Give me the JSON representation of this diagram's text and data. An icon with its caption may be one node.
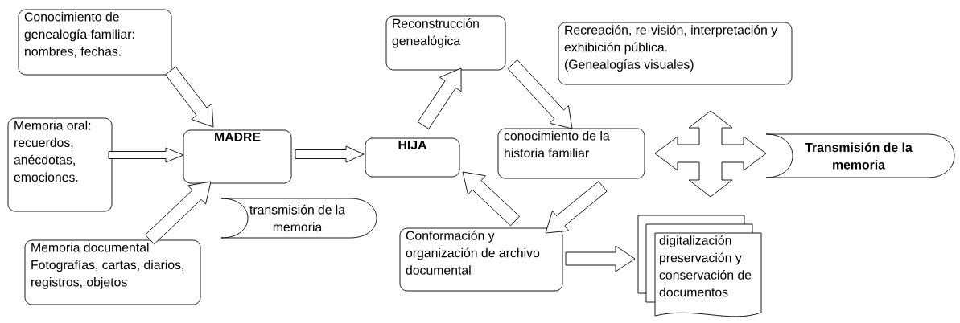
{
  "diagram": {
    "nodes": [
      {
        "text": [
          "Conocimiento de genealogía familiar: nombres, fechas."
        ]
      },
      {
        "text": [
          "Memoria oral: recuerdos, anécdotas, emociones."
        ]
      },
      {
        "text": [
          "MADRE"
        ]
      },
      {
        "text": [
          "Memoria documental",
          "Fotografías, cartas, diarios, registros, objetos"
        ]
      },
      {
        "text": [
          "transmisión de la memoria"
        ]
      },
      {
        "text": [
          "HIJA"
        ]
      },
      {
        "text": [
          "Reconstrucción genealógica"
        ]
      },
      {
        "text": [
          "Recreación, re-visión, interpretación y exhibición pública.",
          "(Genealogías visuales)"
        ]
      },
      {
        "text": [
          "conocimiento de la historia familiar"
        ]
      },
      {
        "text": [
          "Transmisión de la memoria"
        ]
      },
      {
        "text": [
          "Conformación y organización de archivo documental"
        ]
      },
      {
        "text": [
          "digitalización preservación y conservación de documentos"
        ]
      }
    ],
    "edges": [
      {
        "from": 0,
        "to": 2,
        "arrow": "to"
      },
      {
        "from": 1,
        "to": 2,
        "arrow": "to"
      },
      {
        "from": 3,
        "to": 2,
        "arrow": "to"
      },
      {
        "from": 2,
        "to": 5,
        "arrow": "to"
      },
      {
        "from": 5,
        "to": 6,
        "arrow": "to"
      },
      {
        "from": 6,
        "to": 8,
        "arrow": "to"
      },
      {
        "from": 8,
        "to": 10,
        "arrow": "to"
      },
      {
        "from": 10,
        "to": 5,
        "arrow": "to"
      },
      {
        "from": 10,
        "to": 11,
        "arrow": "to"
      },
      {
        "from": 8,
        "to": 9,
        "arrow": "both"
      }
    ]
  }
}
